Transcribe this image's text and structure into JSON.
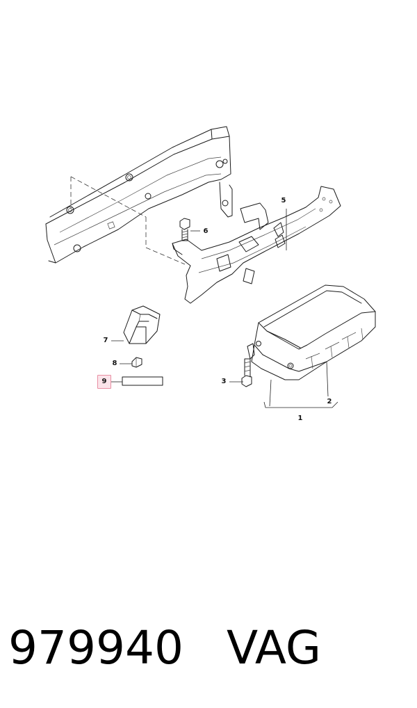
{
  "diagram": {
    "callouts": [
      {
        "id": "1",
        "label": "1",
        "highlighted": false
      },
      {
        "id": "2",
        "label": "2",
        "highlighted": false
      },
      {
        "id": "3",
        "label": "3",
        "highlighted": false
      },
      {
        "id": "5",
        "label": "5",
        "highlighted": false
      },
      {
        "id": "6",
        "label": "6",
        "highlighted": false
      },
      {
        "id": "7",
        "label": "7",
        "highlighted": false
      },
      {
        "id": "8",
        "label": "8",
        "highlighted": false
      },
      {
        "id": "9",
        "label": "9",
        "highlighted": true
      }
    ],
    "highlight_color": "#fbe4ea",
    "highlight_border_color": "#e88ea2"
  },
  "caption": {
    "part_number": "979940",
    "brand": "VAG"
  }
}
